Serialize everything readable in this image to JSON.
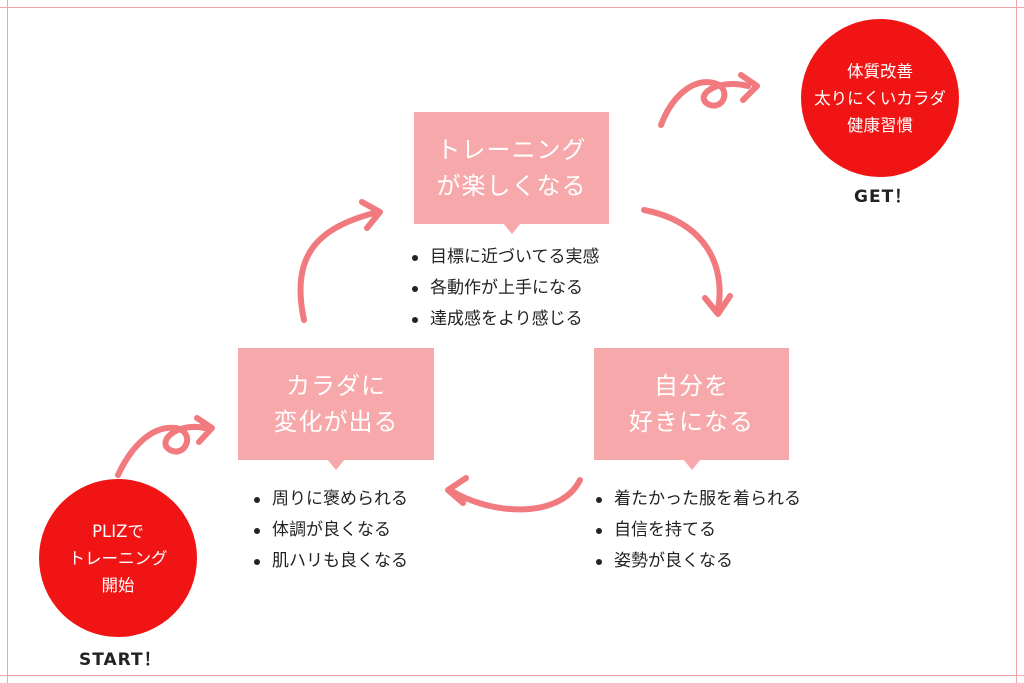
{
  "boxes": {
    "top": {
      "line1": "トレーニング",
      "line2": "が楽しくなる"
    },
    "left": {
      "line1": "カラダに",
      "line2": "変化が出る"
    },
    "right": {
      "line1": "自分を",
      "line2": "好きになる"
    }
  },
  "bullets": {
    "top": [
      "目標に近づいてる実感",
      "各動作が上手になる",
      "達成感をより感じる"
    ],
    "left": [
      "周りに褒められる",
      "体調が良くなる",
      "肌ハリも良くなる"
    ],
    "right": [
      "着たかった服を着られる",
      "自信を持てる",
      "姿勢が良くなる"
    ]
  },
  "goal": {
    "lines": [
      "体質改善",
      "太りにくいカラダ",
      "健康習慣"
    ],
    "caption": "GET！"
  },
  "start": {
    "lines": [
      "PLIZで",
      "トレーニング",
      "開始"
    ],
    "caption": "START！"
  },
  "colors": {
    "box": "#f7a8aa",
    "arrow": "#f07a7e",
    "circle": "#f01414",
    "frame": "#f2a3a7"
  }
}
